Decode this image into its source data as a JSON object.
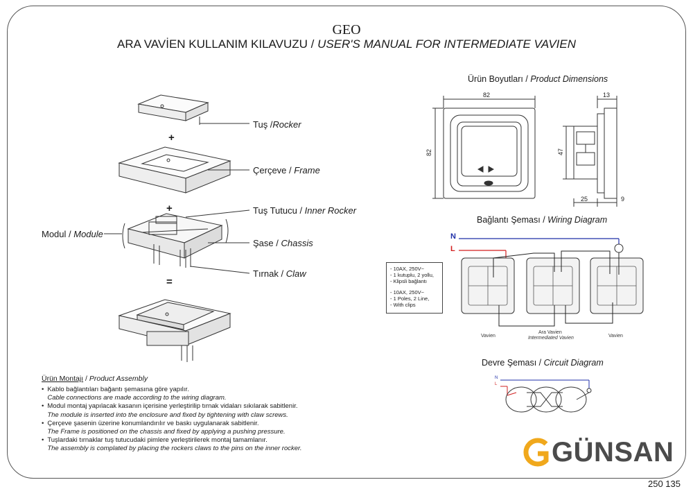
{
  "header": {
    "brand": "GEO",
    "title_tr": "ARA VAVİEN KULLANIM KILAVUZU / ",
    "title_en": "USER'S MANUAL FOR INTERMEDIATE VAVIEN"
  },
  "parts": {
    "rocker_tr": "Tuş /",
    "rocker_en": "Rocker",
    "frame_tr": "Çerçeve / ",
    "frame_en": "Frame",
    "inner_tr": "Tuş Tutucu / ",
    "inner_en": "Inner Rocker",
    "module_tr": "Modul / ",
    "module_en": "Module",
    "chassis_tr": "Şase / ",
    "chassis_en": "Chassis",
    "claw_tr": "Tırnak / ",
    "claw_en": "Claw",
    "plus": "+",
    "equals": "="
  },
  "dimensions": {
    "heading_tr": "Ürün Boyutları / ",
    "heading_en": "Product Dimensions",
    "width": "82",
    "height": "82",
    "depth": "13",
    "inner_height": "47",
    "base_depth": "25",
    "front_depth": "9"
  },
  "wiring": {
    "heading_tr": "Bağlantı Şeması / ",
    "heading_en": "Wiring Diagram",
    "n_label": "N",
    "l_label": "L",
    "spec_lines": [
      "- 10AX, 250V~",
      "- 1 kutuplu, 2 yollu,",
      "- Klipsli bağlantı",
      "",
      "- 10AX, 250V~",
      "- 1 Poles, 2 Line,",
      "- With clips"
    ],
    "label_left": "Vavien",
    "label_mid_tr": "Ara Vavien",
    "label_mid_en": "Intermediated Vavien",
    "label_right": "Vavien"
  },
  "circuit": {
    "heading_tr": "Devre Şeması / ",
    "heading_en": "Circuit Diagram",
    "n_label": "N",
    "l_label": "L"
  },
  "assembly": {
    "heading_tr": "Ürün Montajı",
    "heading_sep": " / ",
    "heading_en": "Product Assembly",
    "items": [
      {
        "tr": "Kablo bağlantıları bağantı şemasına göre yapılır.",
        "en": "Cable connections are made according to the wiring diagram."
      },
      {
        "tr": "Modul montaj yapılacak kasanın içerisine yerleştirilip tırnak vidaları sıkılarak sabitlenir.",
        "en": "The module is inserted into the enclosure and fixed by tightening with claw screws."
      },
      {
        "tr": "Çerçeve şasenin üzerine konumlandırılır ve baskı uygulanarak sabitlenir.",
        "en": "The Frame is positioned on the chassis and fixed by applying a pushing pressure."
      },
      {
        "tr": "Tuşlardaki tırnaklar tuş tutucudaki pimlere yerleştirilerek montaj tamamlanır.",
        "en": "The assembly is complated by placing the rockers claws to the pins on the inner rocker."
      }
    ]
  },
  "logo": {
    "text": "GÜNSAN",
    "color": "#f0a81c"
  },
  "footer": {
    "code": "250 135"
  },
  "colors": {
    "neutral": "#1f2fa8",
    "live": "#d21f1f",
    "line": "#333333"
  }
}
